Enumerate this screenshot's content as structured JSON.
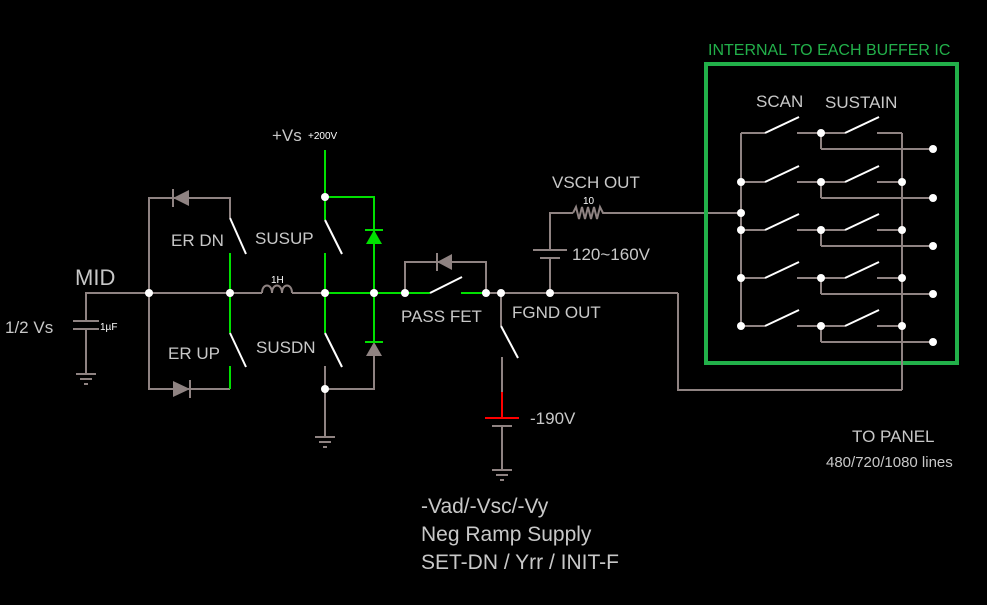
{
  "labels": {
    "mid": "MID",
    "half_vs": "1/2 Vs",
    "cap_value": "1µF",
    "vs": "+Vs",
    "vs_value": "+200V",
    "er_dn": "ER DN",
    "er_up": "ER UP",
    "susup": "SUSUP",
    "susdn": "SUSDN",
    "inductor": "1H",
    "pass_fet": "PASS FET",
    "fgnd_out": "FGND OUT",
    "vsch_out": "VSCH OUT",
    "resistor": "10",
    "vsch_voltage": "120~160V",
    "neg_voltage": "-190V",
    "buffer_title": "INTERNAL TO EACH BUFFER IC",
    "scan": "SCAN",
    "sustain": "SUSTAIN",
    "to_panel": "TO PANEL",
    "lines": "480/720/1080 lines"
  },
  "notes": [
    "-Vad/-Vsc/-Vy",
    "Neg Ramp Supply",
    "SET-DN / Yrr / INIT-F"
  ],
  "colors": {
    "wire": "#8f8382",
    "active": "#00e000",
    "negative": "#ff0000",
    "buffer_box": "#22b04a"
  }
}
